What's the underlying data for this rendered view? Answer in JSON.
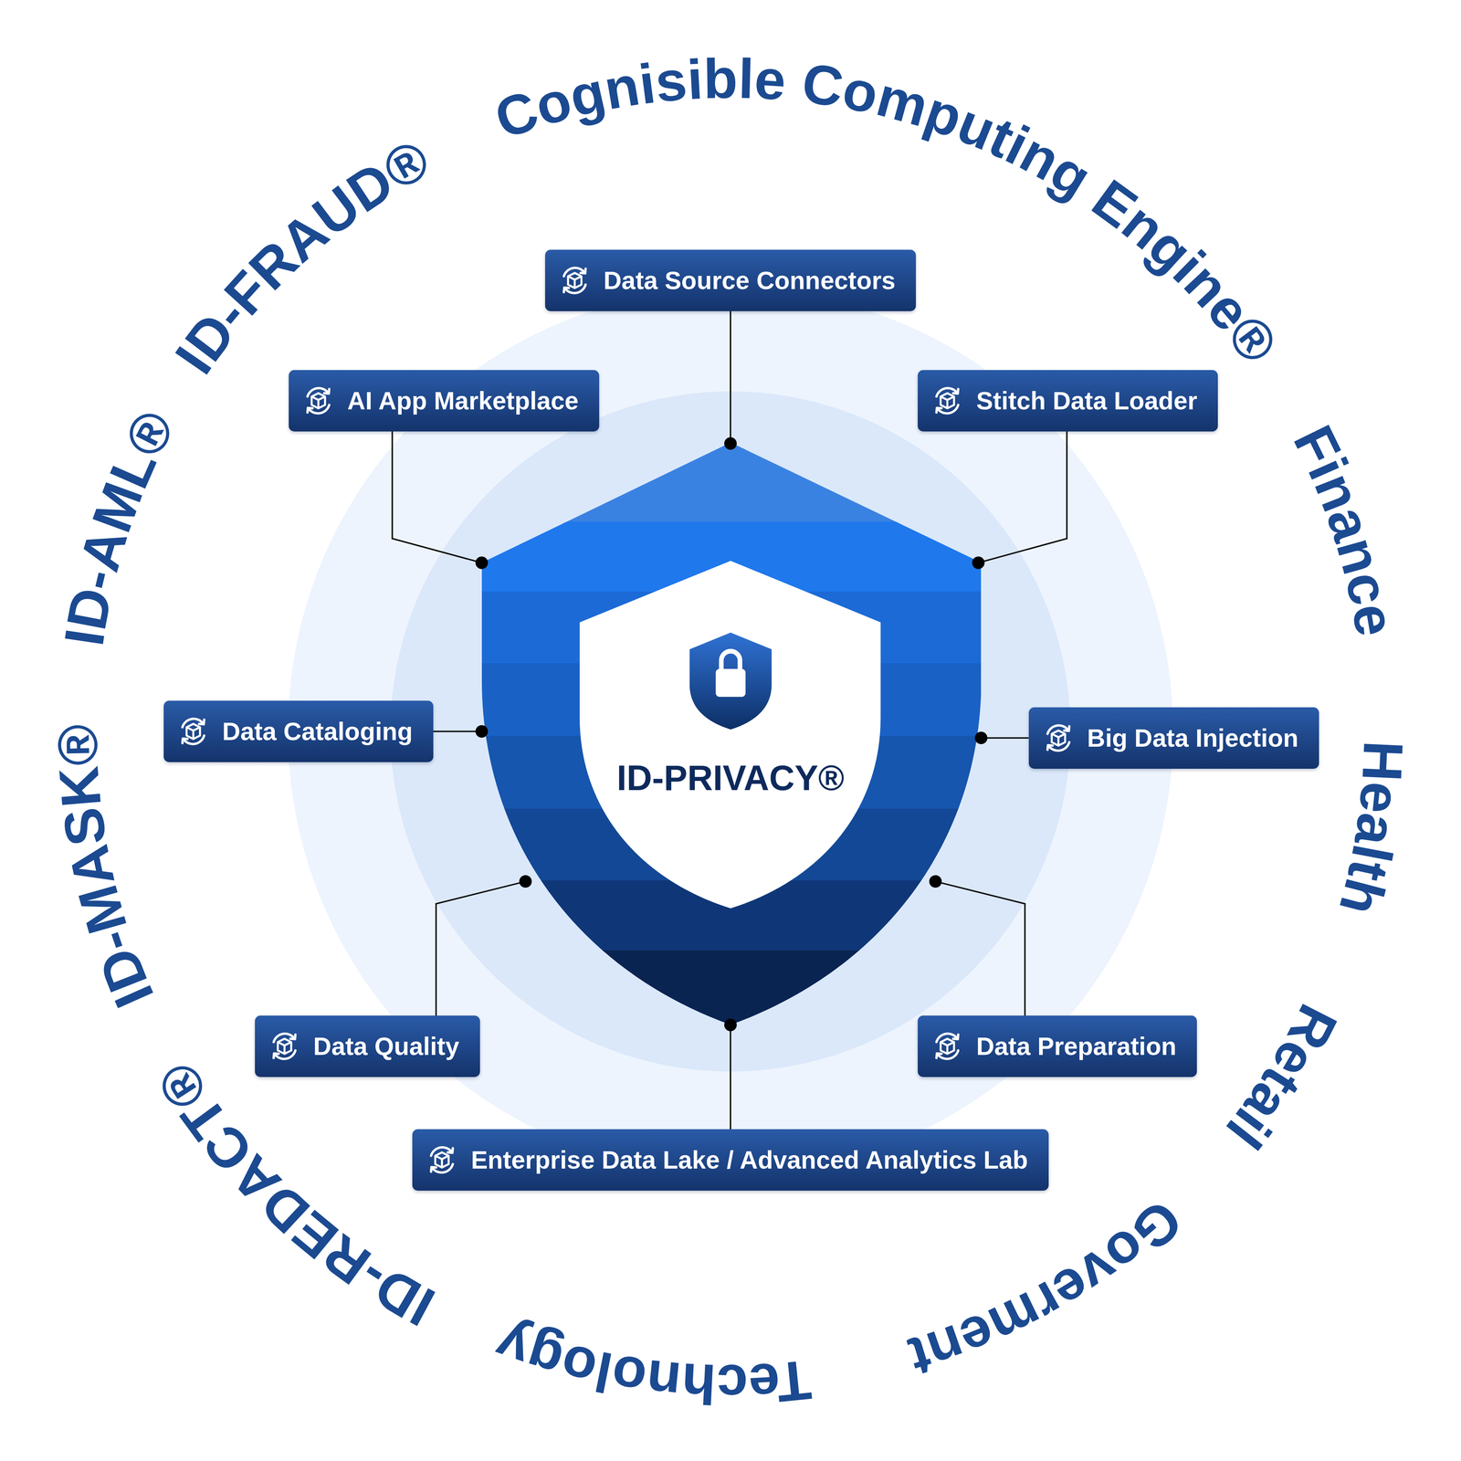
{
  "diagram": {
    "nodes": [
      {
        "text": [
          "Data Source Connectors"
        ]
      },
      {
        "text": [
          "AI App Marketplace"
        ]
      },
      {
        "text": [
          "Stitch Data Loader"
        ]
      },
      {
        "text": [
          "ID-PRIVACY®"
        ]
      },
      {
        "text": [
          "Data Cataloging"
        ]
      },
      {
        "text": [
          "Big Data Injection"
        ]
      },
      {
        "text": [
          "Data Quality"
        ]
      },
      {
        "text": [
          "Data Preparation"
        ]
      },
      {
        "text": [
          "Enterprise Data Lake / Advanced Analytics Lab"
        ]
      }
    ],
    "edges": [
      {
        "from": 0,
        "to": 3,
        "arrow": "none"
      },
      {
        "from": 1,
        "to": 3,
        "arrow": "none"
      },
      {
        "from": 2,
        "to": 3,
        "arrow": "none"
      },
      {
        "from": 4,
        "to": 3,
        "arrow": "none"
      },
      {
        "from": 5,
        "to": 3,
        "arrow": "none"
      },
      {
        "from": 6,
        "to": 3,
        "arrow": "none"
      },
      {
        "from": 7,
        "to": 3,
        "arrow": "none"
      },
      {
        "from": 8,
        "to": 3,
        "arrow": "none"
      }
    ],
    "labels": [
      "Cognisible Computing Engine®",
      "Finance",
      "Health",
      "Retail",
      "Goverment",
      "Technology",
      "ID-REDACT®",
      "ID-MASK®",
      "ID-AML®",
      "ID-FRAUD®"
    ]
  }
}
